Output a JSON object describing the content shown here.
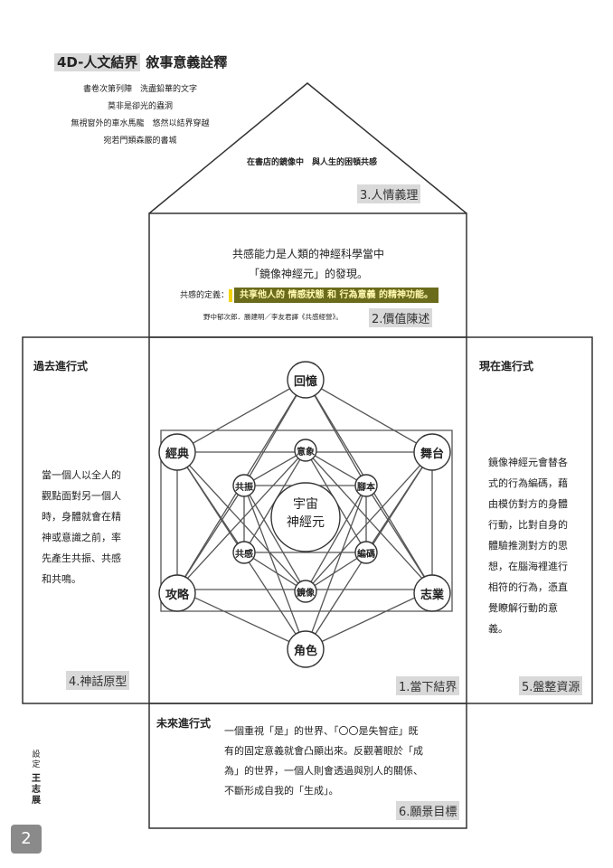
{
  "header": {
    "code": "4D-人文結界",
    "subtitle": "敘事意義詮釋"
  },
  "poem": [
    "書卷次第列陣　洗盡鉛華的文字",
    "莫非是卻光的蟲洞",
    "無視窗外的車水馬龍　悠然以結界穿越",
    "宛若門類森嚴的書城"
  ],
  "roof": {
    "caption": "在書店的鏡像中　與人生的困頓共感",
    "label": "3.人情義理"
  },
  "values": {
    "line1": "共感能力是人類的神經科學當中",
    "line2": "「鏡像神經元」的發現。",
    "def_prefix": "共感的定義：",
    "def_text": "共享他人的 情感狀態 和 行為意義 的精神功能。",
    "citation": "野中郁次郎．勝建明／李友君譯《共感經營》。",
    "label": "2.價值陳述"
  },
  "left": {
    "title": "過去進行式",
    "lines": [
      "當一個人以全人的",
      "觀點面對另一個人",
      "時，身體就會在精",
      "神或意識之前，率",
      "先產生共振、共感",
      "和共鳴。"
    ],
    "label": "4.神話原型"
  },
  "right": {
    "title": "現在進行式",
    "lines": [
      "鏡像神經元會替各",
      "式的行為編碼，藉",
      "由模仿對方的身體",
      "行動，比對自身的",
      "體驗推測對方的思",
      "想，在腦海裡進行",
      "相符的行為，憑直",
      "覺瞭解行動的意",
      "義。"
    ],
    "label": "5.盤整資源"
  },
  "center": {
    "nodes": {
      "top": "回憶",
      "upper_left": "經典",
      "upper_right": "舞台",
      "lower_left": "攻略",
      "lower_right": "志業",
      "bottom": "角色"
    },
    "inner": {
      "top": "意象",
      "upper_left": "共振",
      "upper_right": "腳本",
      "lower_left": "共感",
      "lower_right": "編碼",
      "bottom": "鏡像"
    },
    "core_line1": "宇宙",
    "core_line2": "神經元",
    "label": "1.當下結界"
  },
  "future": {
    "title": "未來進行式",
    "lines": [
      "一個重視「是」的世界、「〇〇是失智症」既",
      "有的固定意義就會凸顯出來。反觀著眼於「成",
      "為」的世界，一個人則會透過與別人的關係、",
      "不斷形成自我的「生成」。"
    ],
    "label": "6.願景目標"
  },
  "setter": {
    "role": "設定",
    "name": "王志展"
  },
  "page_number": "2"
}
